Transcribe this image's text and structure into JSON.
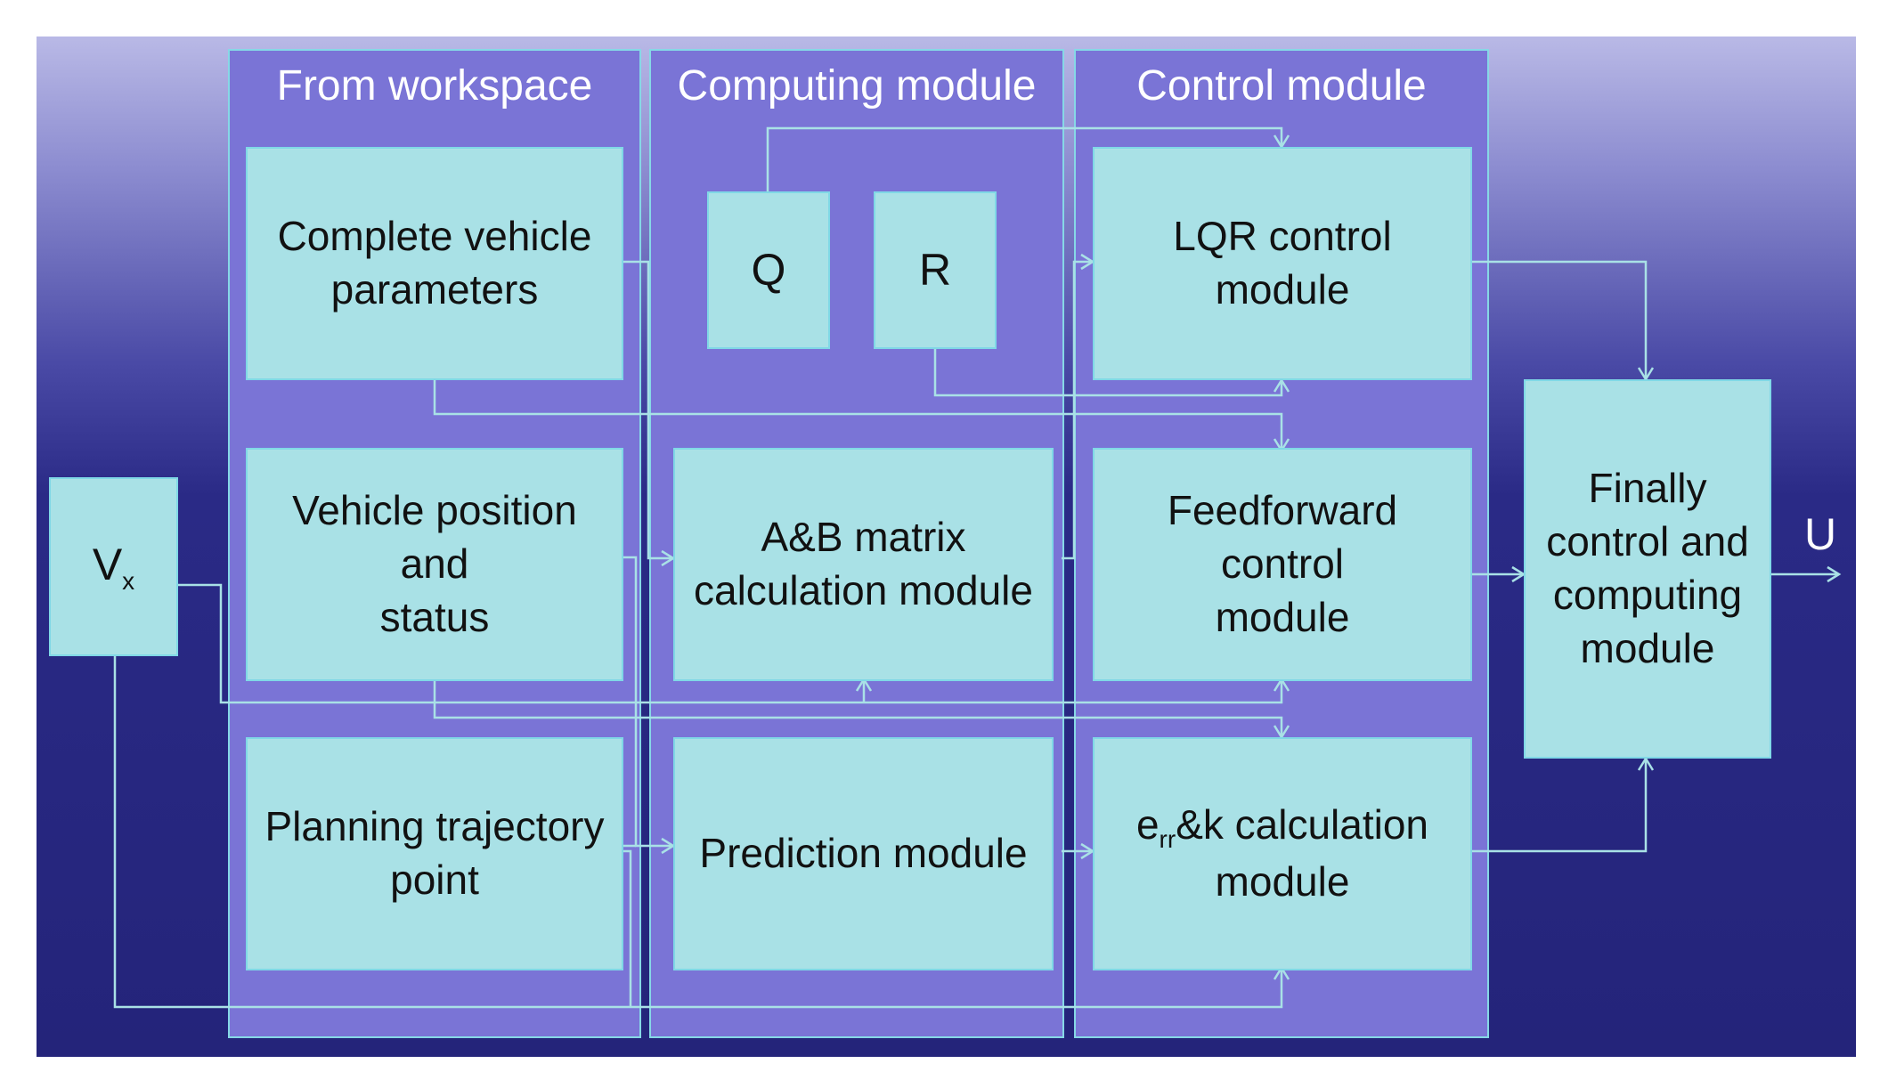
{
  "groups": {
    "workspace": "From workspace",
    "computing": "Computing module",
    "control": "Control module"
  },
  "blocks": {
    "vx_main": "V",
    "vx_sub": "x",
    "complete_vehicle": "Complete vehicle\nparameters",
    "vehicle_position": "Vehicle position and\nstatus",
    "planning_point": "Planning trajectory\npoint",
    "q": "Q",
    "r": "R",
    "ab_matrix": "A&B matrix\ncalculation module",
    "prediction": "Prediction module",
    "lqr": "LQR control module",
    "feedforward": "Feedforward control\nmodule",
    "err_e": "e",
    "err_sub": "rr",
    "err_rest": "&k calculation",
    "err_line2": "module",
    "final": "Finally\ncontrol and\ncomputing\nmodule"
  },
  "output_label": "U",
  "colors": {
    "block_fill": "#a9e1e6",
    "group_fill": "#7a74d6",
    "wire": "#a9e1e6",
    "background_top": "#b9b9e6",
    "background_bottom": "#24247a"
  }
}
